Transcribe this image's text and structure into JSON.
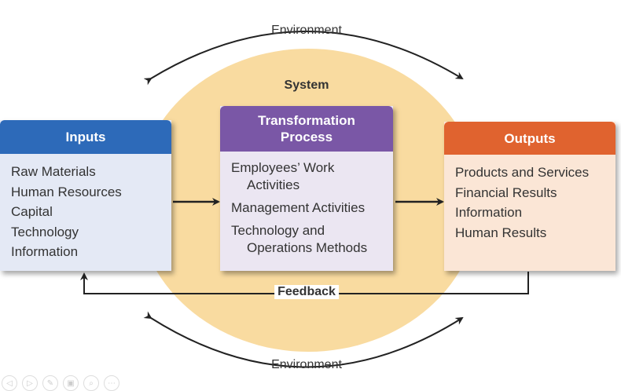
{
  "system_label": "System",
  "environment_top": "Environment",
  "environment_bottom": "Environment",
  "feedback_label": "Feedback",
  "inputs": {
    "title": "Inputs",
    "items": [
      "Raw Materials",
      "Human Resources",
      "Capital",
      "Technology",
      "Information"
    ]
  },
  "transformation": {
    "title_line1": "Transformation",
    "title_line2": "Process",
    "items": [
      "Employees’ Work",
      "Activities",
      "Management Activities",
      "Technology and",
      "Operations Methods"
    ]
  },
  "outputs": {
    "title": "Outputs",
    "items": [
      "Products and Services",
      "Financial Results",
      "Information",
      "Human Results"
    ]
  },
  "colors": {
    "inputs": "#2d6ab9",
    "transformation": "#7a57a6",
    "outputs": "#e0632f",
    "system": "#f9dba0"
  },
  "toolbar": {
    "icons": [
      "previous-icon",
      "next-icon",
      "pen-icon",
      "slides-icon",
      "zoom-icon",
      "more-icon"
    ]
  }
}
